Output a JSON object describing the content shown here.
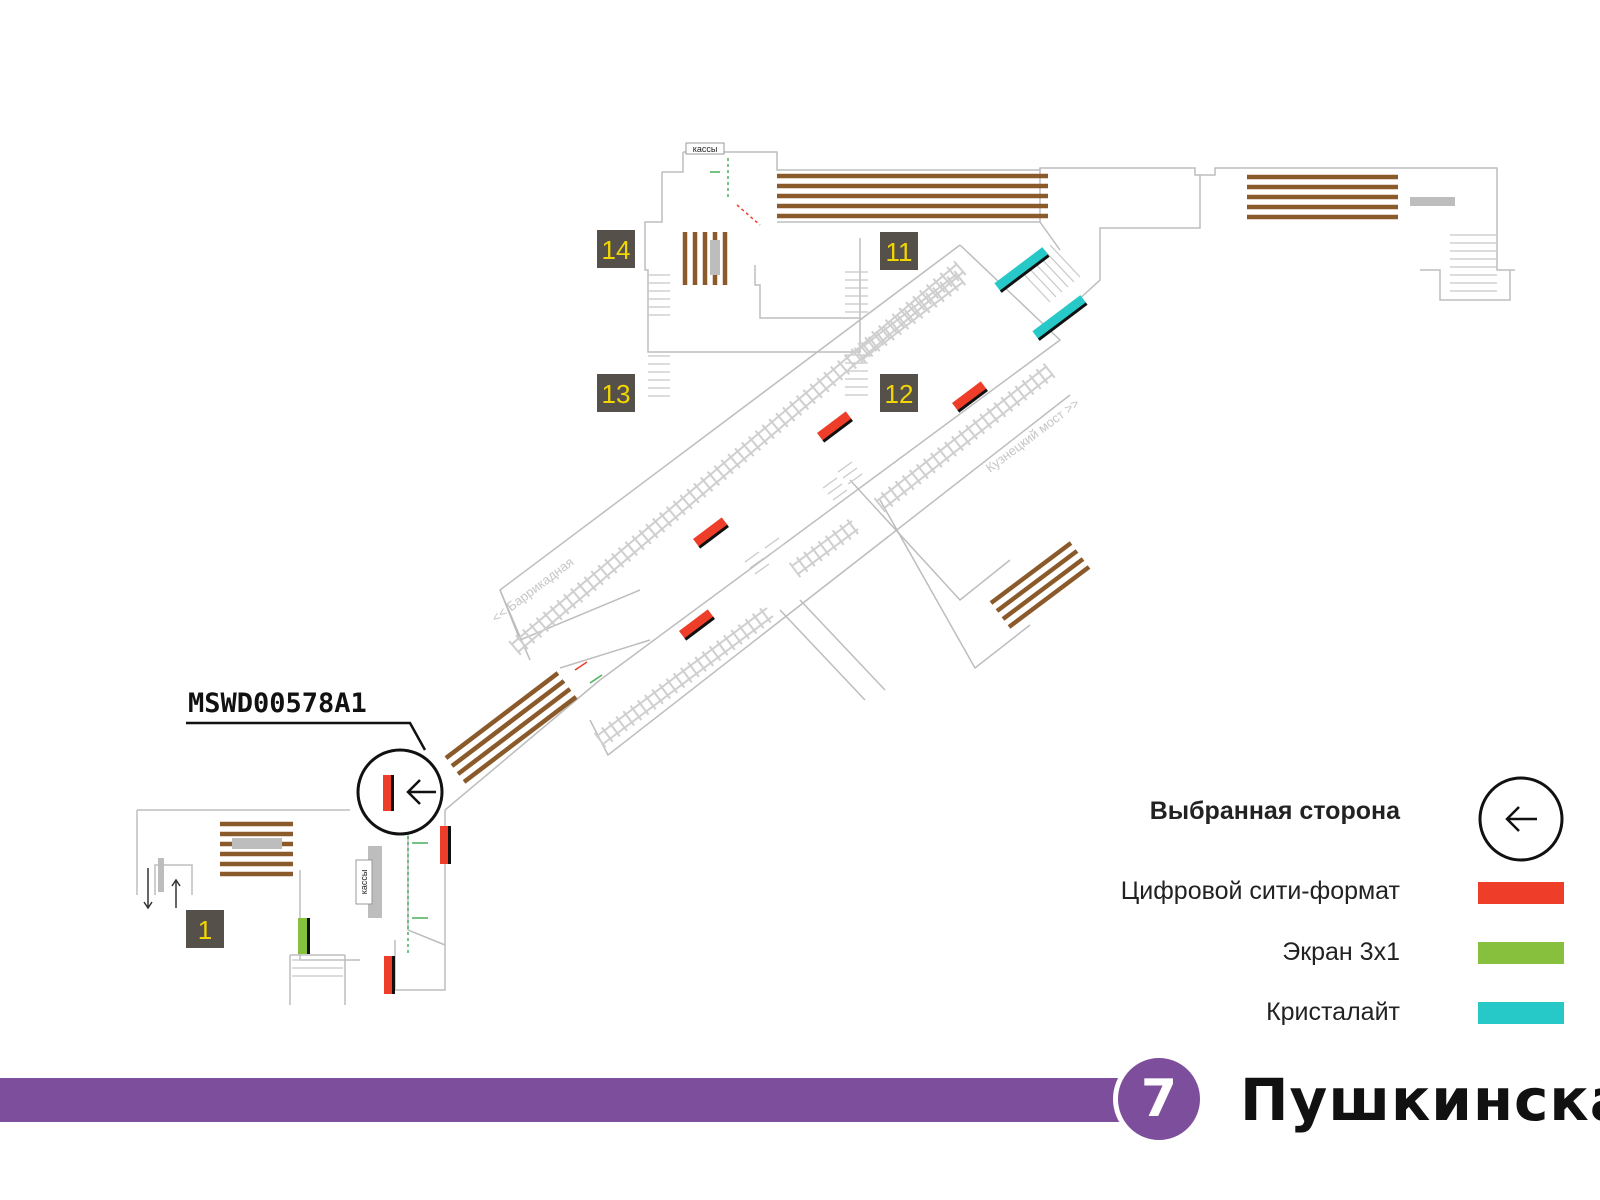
{
  "station": {
    "name": "Пушкинская",
    "line_number": "7",
    "line_color": "#7d4e9b"
  },
  "selected_ad_id": "MSWD00578A1",
  "exits": [
    "14",
    "11",
    "13",
    "12",
    "1"
  ],
  "direction_labels": {
    "left": "<< Баррикадная",
    "right": "Кузнецкий мост >>"
  },
  "cashier_label": "кассы",
  "legend": {
    "selected_side": {
      "label": "Выбранная сторона",
      "icon": "arrow-left-in-circle-icon"
    },
    "items": [
      {
        "label": "Цифровой сити-формат",
        "color": "#ee3e2a"
      },
      {
        "label": "Экран 3х1",
        "color": "#86c03c"
      },
      {
        "label": "Кристалайт",
        "color": "#27c9c8"
      }
    ]
  },
  "colors": {
    "escalator": "#8b5a2b",
    "outline": "#bdbdbd",
    "exit_box": "#55504a",
    "exit_text": "#f2d600",
    "track": "#cfcfcf"
  }
}
